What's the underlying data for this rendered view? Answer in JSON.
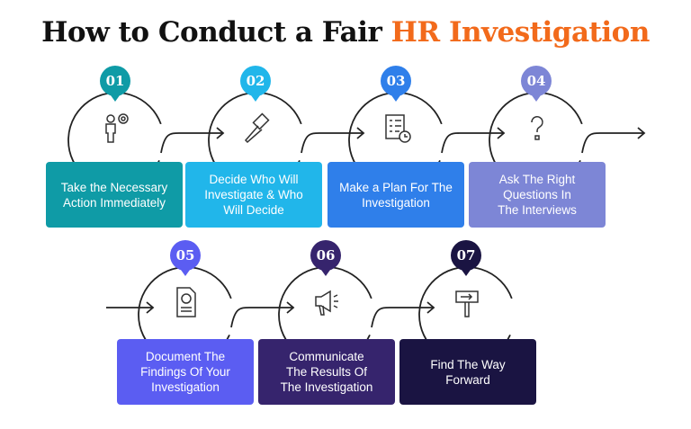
{
  "title": {
    "part1": "How to Conduct a Fair ",
    "part2": "HR Investigation"
  },
  "steps": [
    {
      "num": "01",
      "label": "Take the Necessary\nAction Immediately",
      "color": "#0f9ba6",
      "icon": "person-gear-icon"
    },
    {
      "num": "02",
      "label": "Decide Who Will\nInvestigate & Who\nWill Decide",
      "color": "#21b6ea",
      "icon": "gavel-icon"
    },
    {
      "num": "03",
      "label": "Make a Plan For The\nInvestigation",
      "color": "#2f7fea",
      "icon": "checklist-clock-icon"
    },
    {
      "num": "04",
      "label": "Ask The Right\nQuestions In\nThe Interviews",
      "color": "#7d86d6",
      "icon": "question-mark-icon"
    },
    {
      "num": "05",
      "label": "Document The\nFindings Of Your\nInvestigation",
      "color": "#5b5df2",
      "icon": "document-chart-icon"
    },
    {
      "num": "06",
      "label": "Communicate\nThe Results Of\nThe Investigation",
      "color": "#36246d",
      "icon": "megaphone-icon"
    },
    {
      "num": "07",
      "label": "Find The Way\nForward",
      "color": "#1a1442",
      "icon": "signpost-icon"
    }
  ]
}
